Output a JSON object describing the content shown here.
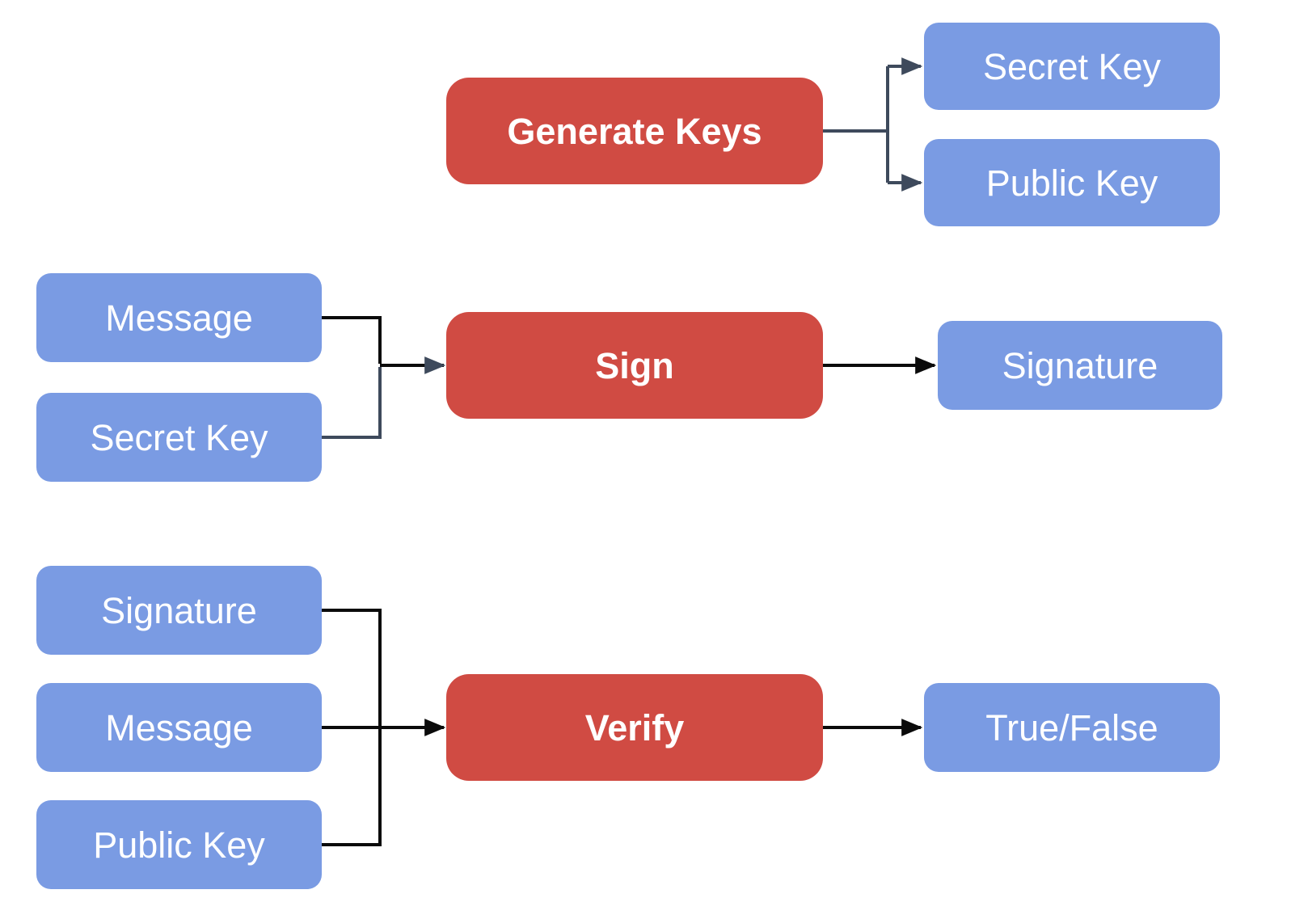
{
  "diagram": {
    "background": "#ffffff",
    "colors": {
      "process_fill": "#d04b43",
      "io_fill": "#7a9be3",
      "label_text": "#ffffff",
      "connector_slate": "#3e4a5c",
      "connector_black": "#0b0b0b"
    },
    "keygen_flow": {
      "process_label": "Generate Keys",
      "outputs": [
        "Secret Key",
        "Public Key"
      ]
    },
    "sign_flow": {
      "inputs": [
        "Message",
        "Secret Key"
      ],
      "process_label": "Sign",
      "output_label": "Signature"
    },
    "verify_flow": {
      "inputs": [
        "Signature",
        "Message",
        "Public Key"
      ],
      "process_label": "Verify",
      "output_label": "True/False"
    }
  }
}
